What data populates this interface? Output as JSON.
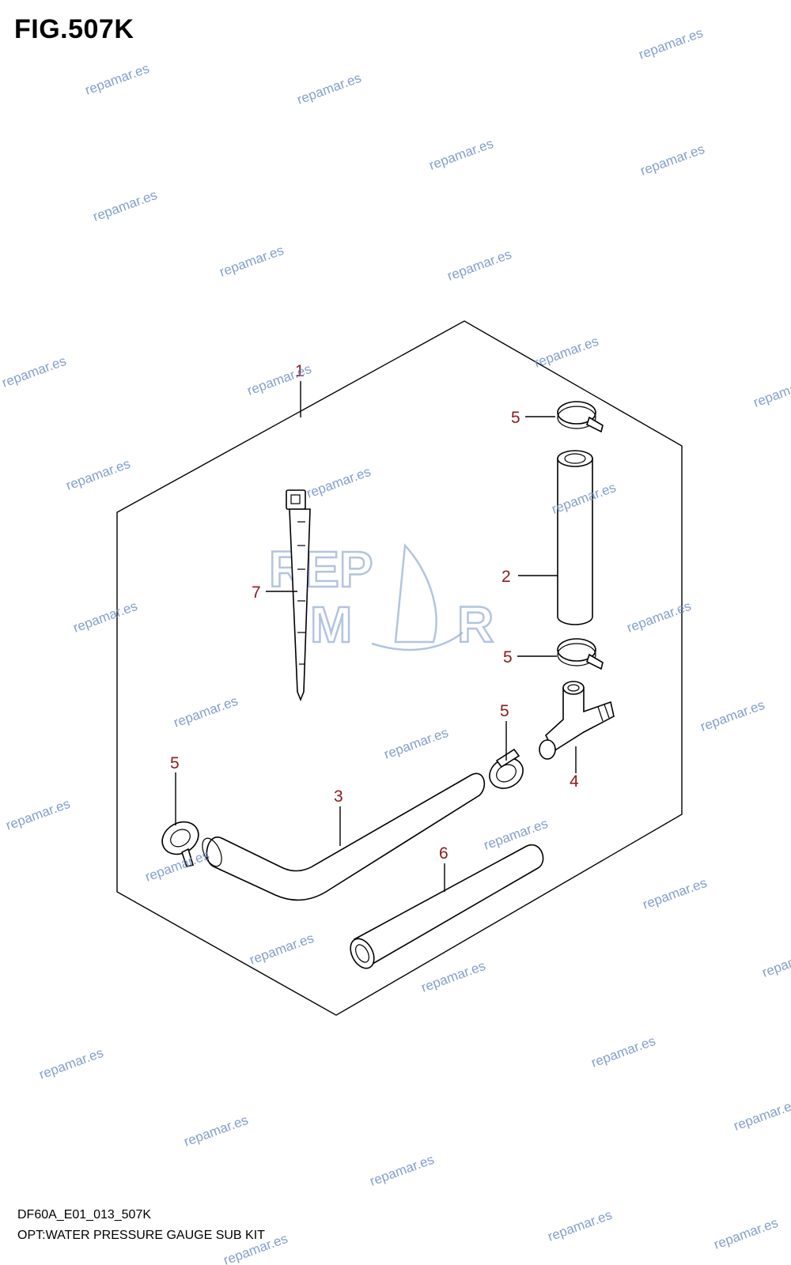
{
  "figure": {
    "title": "FIG.507K",
    "code": "DF60A_E01_013_507K",
    "caption": "OPT:WATER PRESSURE GAUGE SUB KIT"
  },
  "callouts": [
    {
      "id": "c1",
      "label": "1"
    },
    {
      "id": "c2",
      "label": "2"
    },
    {
      "id": "c3",
      "label": "3"
    },
    {
      "id": "c4",
      "label": "4"
    },
    {
      "id": "c5a",
      "label": "5"
    },
    {
      "id": "c5b",
      "label": "5"
    },
    {
      "id": "c5c",
      "label": "5"
    },
    {
      "id": "c5d",
      "label": "5"
    },
    {
      "id": "c6",
      "label": "6"
    },
    {
      "id": "c7",
      "label": "7"
    }
  ],
  "watermark": {
    "text": "repamar.es",
    "logo_top": "REP",
    "logo_bottom_left": "M",
    "logo_bottom_right": "R"
  },
  "colors": {
    "callout": "#8b1a1a",
    "watermark": "#6d8fc4"
  }
}
